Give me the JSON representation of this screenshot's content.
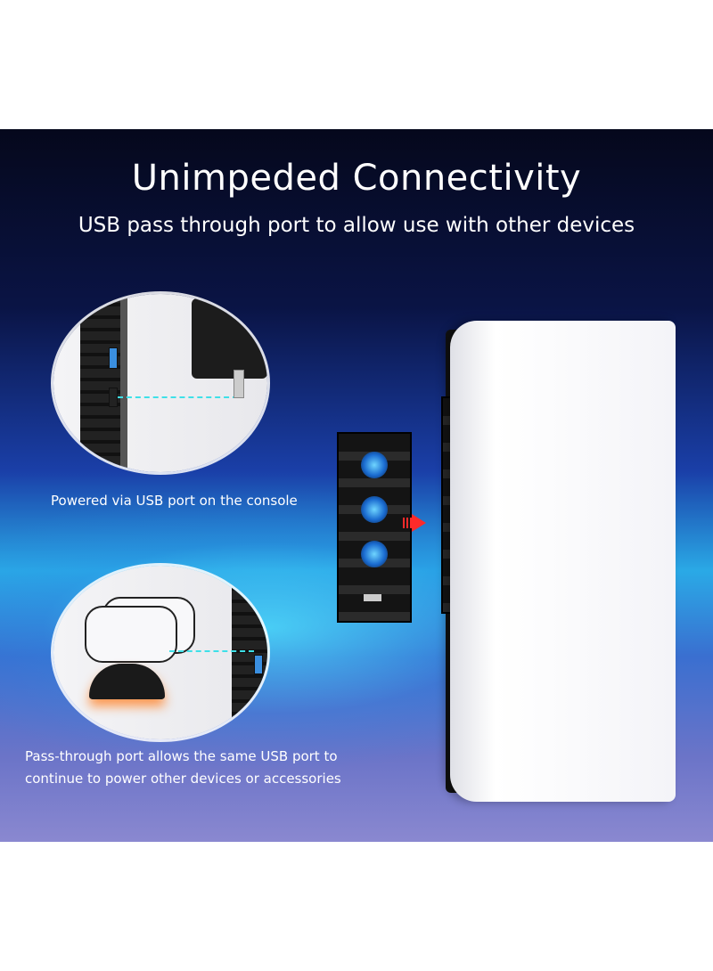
{
  "headline": "Unimpeded Connectivity",
  "subheadline": "USB pass through port to allow use with other devices",
  "callouts": [
    {
      "caption_lines": [
        "Powered via USB port on the console"
      ]
    },
    {
      "caption_lines": [
        "Pass-through port allows the same USB port to",
        "continue to power other devices or accessories"
      ]
    }
  ],
  "colors": {
    "accent_dash": "#3ee0e8",
    "arrow": "#ff2a2a",
    "fan_glow": "#6fd5ff"
  }
}
